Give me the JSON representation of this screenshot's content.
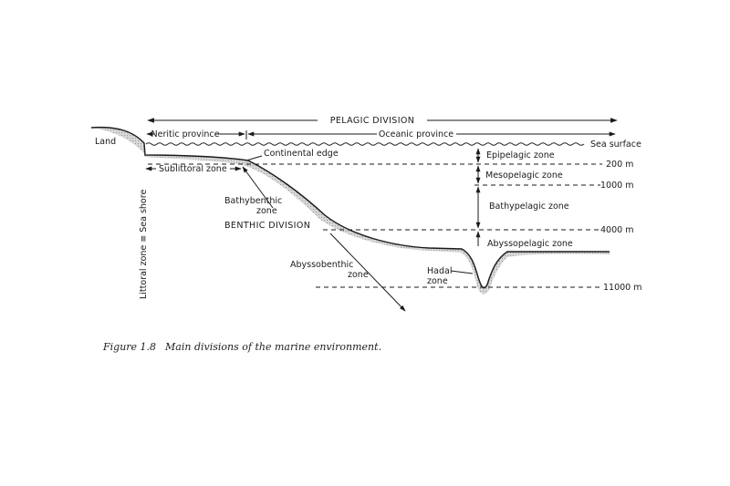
{
  "diagram": {
    "pelagic_division": "PELAGIC DIVISION",
    "neritic_province": "Neritic province",
    "oceanic_province": "Oceanic province",
    "land": "Land",
    "sea_surface": "Sea surface",
    "continental_edge": "Continental edge",
    "sublittoral_zone": "Sublittoral zone",
    "bathybenthic_line1": "Bathybenthic",
    "bathybenthic_line2": "zone",
    "benthic_division": "BENTHIC DIVISION",
    "abyssobenthic_line1": "Abyssobenthic",
    "abyssobenthic_line2": "zone",
    "hadal_line1": "Hadal",
    "hadal_line2": "zone",
    "littoral_zone": "Littoral zone ≡ Sea shore",
    "zones": {
      "epipelagic": "Epipelagic zone",
      "mesopelagic": "Mesopelagic zone",
      "bathypelagic": "Bathypelagic zone",
      "abyssopelagic": "Abyssopelagic zone"
    },
    "depths": {
      "d200": "200 m",
      "d1000": "1000 m",
      "d4000": "4000 m",
      "d11000": "11000 m"
    }
  },
  "caption": {
    "label": "Figure 1.8",
    "text": "Main divisions of the marine environment."
  }
}
